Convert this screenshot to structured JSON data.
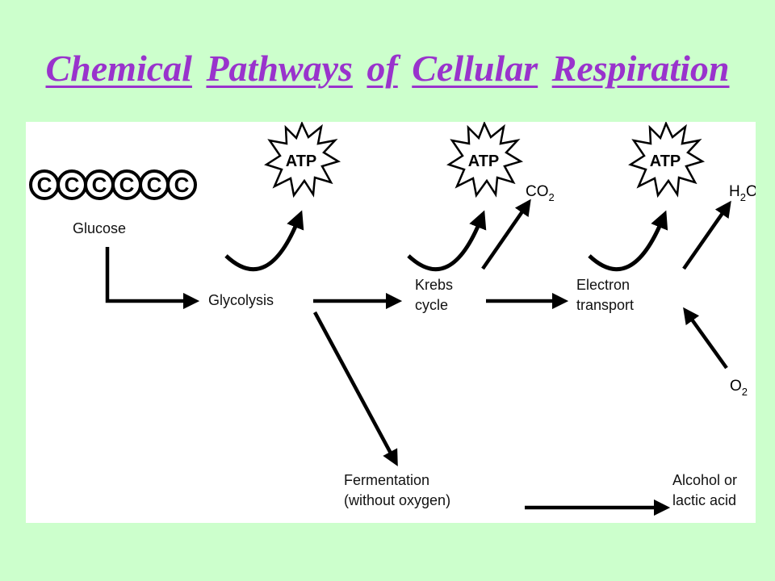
{
  "title": {
    "words": [
      "Chemical",
      "Pathways",
      "of",
      "Cellular",
      "Respiration"
    ]
  },
  "diagram": {
    "carbon_letter": "C",
    "carbon_count": 6,
    "atp_label": "ATP",
    "labels": {
      "glucose": "Glucose",
      "glycolysis": "Glycolysis",
      "krebs_1": "Krebs",
      "krebs_2": "cycle",
      "electron_1": "Electron",
      "electron_2": "transport",
      "fermentation_1": "Fermentation",
      "fermentation_2": "(without oxygen)",
      "alcohol_1": "Alcohol or",
      "alcohol_2": "lactic acid"
    },
    "molecules": {
      "co2_main": "CO",
      "co2_sub": "2",
      "h2o_main": "H",
      "h2o_sub": "2",
      "h2o_tail": "O",
      "o2_main": "O",
      "o2_sub": "2"
    }
  }
}
